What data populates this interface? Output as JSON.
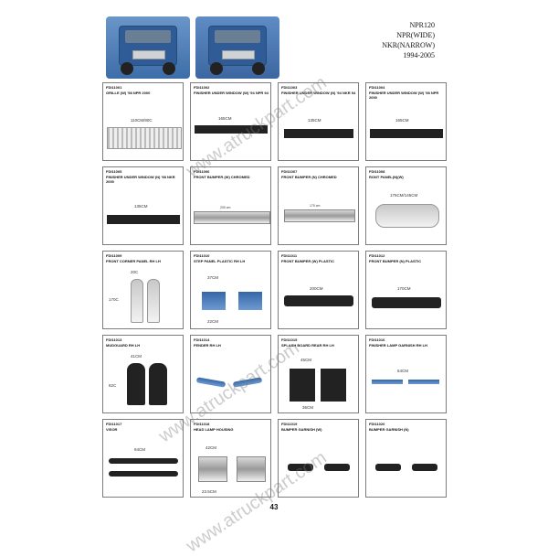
{
  "header": {
    "lines": [
      "NPR120",
      "NPR(WIDE)",
      "NKR(NARROW)",
      "1994-2005"
    ]
  },
  "watermark": "www.atruckpart.com",
  "page_number": "43",
  "items": [
    {
      "code": "FDI11001",
      "name": "GRILLE (W) '98 NPR 2000",
      "dims": [
        "110CM/80C"
      ]
    },
    {
      "code": "FDI11002",
      "name": "FINISHER UNDER WINDOW (W) '94 NPR 94",
      "dims": [
        "165CM"
      ]
    },
    {
      "code": "FDI11003",
      "name": "FINISHER UNDER WINDOW (N) '94 NKR 94",
      "dims": [
        "135CM"
      ]
    },
    {
      "code": "FDI11004",
      "name": "FINISHER UNDER WINDOW (W) '98 NPR 2000",
      "dims": [
        "165CM"
      ]
    },
    {
      "code": "FDI11005",
      "name": "FINISHER UNDER WINDOW (N) '98 NKR 2000",
      "dims": [
        "135CM"
      ]
    },
    {
      "code": "FDI11006",
      "name": "FRONT BUMPER (W) CHROMED",
      "dims": [
        "200 cm"
      ]
    },
    {
      "code": "FDI11007",
      "name": "FRONT BUMPER (N) CHROMED",
      "dims": [
        "170 cm"
      ]
    },
    {
      "code": "FDI11008",
      "name": "RONT PANEL(N)(W)",
      "dims": [
        "175CM/145CM"
      ]
    },
    {
      "code": "FDI11009",
      "name": "FRONT CORNER PANEL   RH LH",
      "dims": [
        "20C",
        "170C"
      ]
    },
    {
      "code": "FDI11010",
      "name": "STEP PANEL PLASTIC  RH LH",
      "dims": [
        "37CM",
        "22CM"
      ]
    },
    {
      "code": "FDI11011",
      "name": "FRONT BUMPER (W) PLASTIC",
      "dims": [
        "200CM"
      ]
    },
    {
      "code": "FDI11012",
      "name": "FRONT BUMPER (N) PLASTIC",
      "dims": [
        "170CM"
      ]
    },
    {
      "code": "FDI11013",
      "name": "MUDGUARD  RH LH",
      "dims": [
        "41CM",
        "82C"
      ]
    },
    {
      "code": "FDI11014",
      "name": "FENDER   RH LH",
      "dims": []
    },
    {
      "code": "FDI11015",
      "name": "SPLASH BOARD REAR   RH LH",
      "dims": [
        "45CM",
        "36CM"
      ]
    },
    {
      "code": "FDI11016",
      "name": "FINISHER LAMP GARNISH  RH LH",
      "dims": [
        "54CM"
      ]
    },
    {
      "code": "FDI11017",
      "name": "VISOR",
      "dims": [
        "94CM"
      ]
    },
    {
      "code": "FDI11018",
      "name": "HEAD LAMP HOUSING",
      "dims": [
        "42CM",
        "23.5CM"
      ]
    },
    {
      "code": "FDI11019",
      "name": "BUMPER GARNISH (W)",
      "dims": []
    },
    {
      "code": "FDI11020",
      "name": "BUMPER GARNISH  (N)",
      "dims": []
    }
  ]
}
